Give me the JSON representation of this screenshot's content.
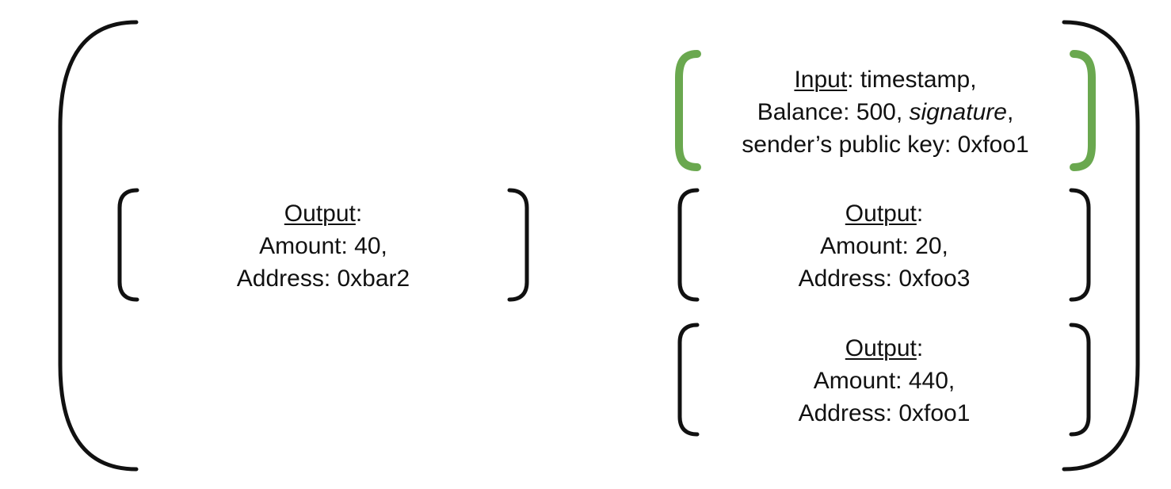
{
  "colors": {
    "bracket": "#111111",
    "input_bracket": "#6aa84f",
    "text": "#111111",
    "background": "#ffffff"
  },
  "input_block": {
    "heading": "Input",
    "heading_suffix": ": timestamp,",
    "balance_label": "Balance: 500, ",
    "signature": "signature",
    "signature_suffix": ",",
    "sender_key": "sender’s public key: 0xfoo1"
  },
  "outputs": [
    {
      "heading": "Output",
      "heading_suffix": ":",
      "amount": "Amount: 40,",
      "address": "Address: 0xbar2"
    },
    {
      "heading": "Output",
      "heading_suffix": ":",
      "amount": "Amount: 20,",
      "address": "Address: 0xfoo3"
    },
    {
      "heading": "Output",
      "heading_suffix": ":",
      "amount": "Amount: 440,",
      "address": "Address: 0xfoo1"
    }
  ]
}
